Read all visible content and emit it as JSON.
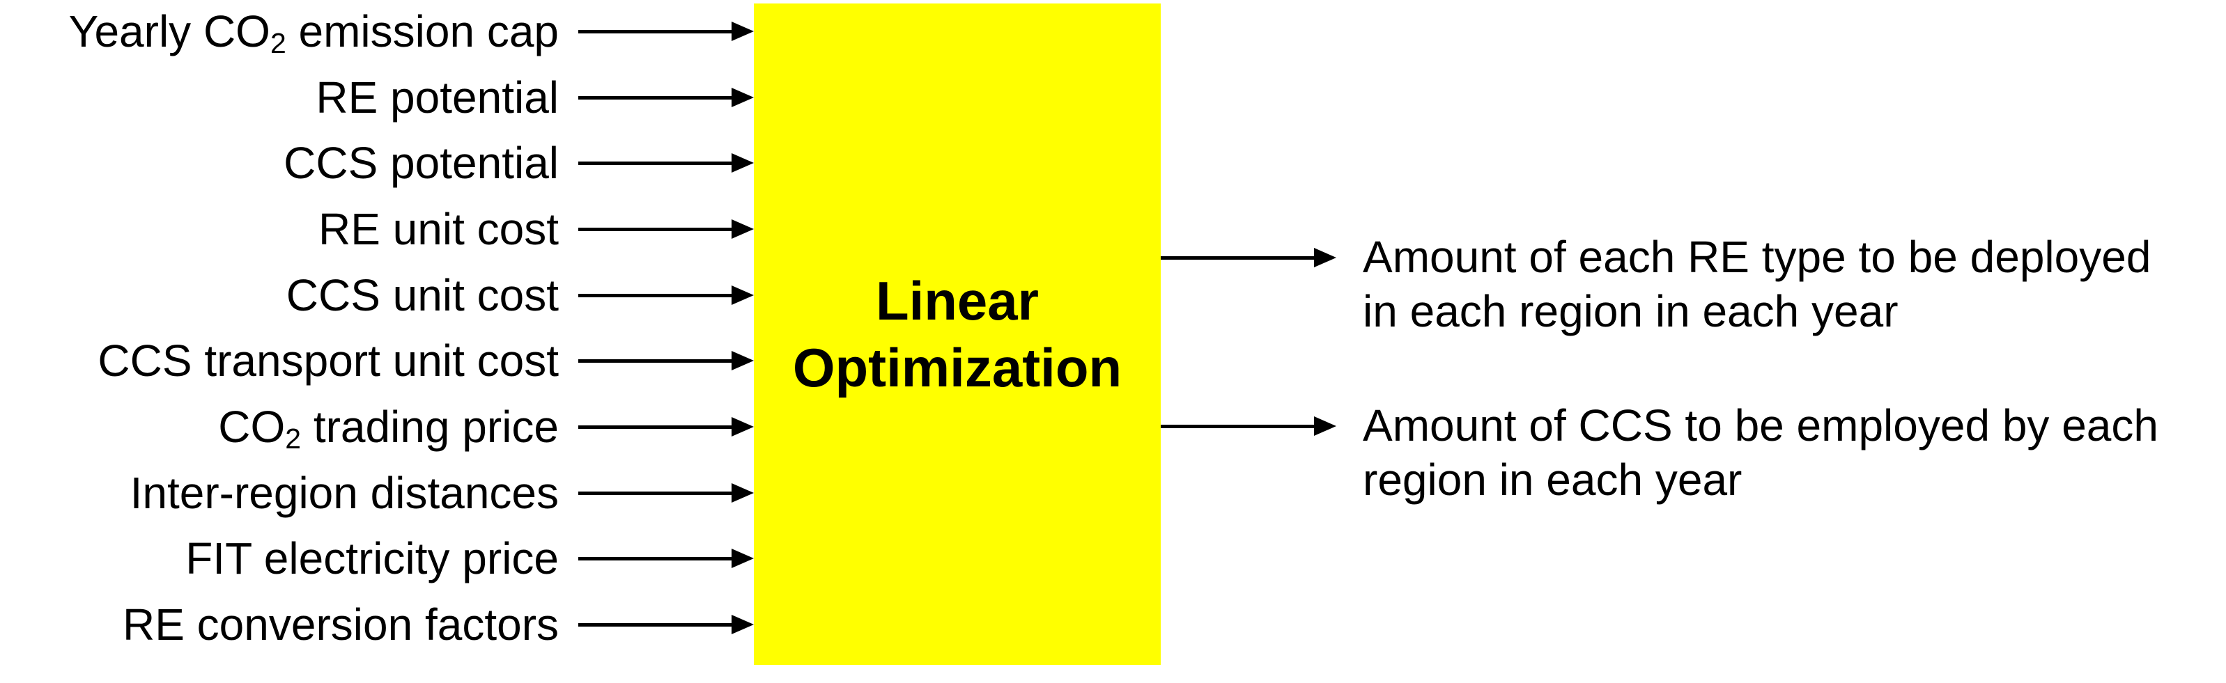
{
  "diagram": {
    "colors": {
      "process_box_fill": "#FFFF00",
      "text": "#000000",
      "arrows": "#000000",
      "background": "#FFFFFF"
    },
    "process_box": {
      "line1": "Linear",
      "line2": "Optimization"
    },
    "inputs": [
      {
        "pre": "Yearly CO",
        "sub": "2",
        "post": " emission cap"
      },
      {
        "pre": "RE potential",
        "sub": "",
        "post": ""
      },
      {
        "pre": "CCS potential",
        "sub": "",
        "post": ""
      },
      {
        "pre": "RE unit cost",
        "sub": "",
        "post": ""
      },
      {
        "pre": "CCS unit cost",
        "sub": "",
        "post": ""
      },
      {
        "pre": "CCS transport unit cost",
        "sub": "",
        "post": ""
      },
      {
        "pre": "CO",
        "sub": "2",
        "post": " trading price"
      },
      {
        "pre": "Inter-region distances",
        "sub": "",
        "post": ""
      },
      {
        "pre": "FIT electricity price",
        "sub": "",
        "post": ""
      },
      {
        "pre": "RE conversion factors",
        "sub": "",
        "post": ""
      }
    ],
    "outputs": [
      {
        "line1": "Amount of each RE type to be deployed",
        "line2": "in each region in each year"
      },
      {
        "line1": "Amount of CCS to be employed by each",
        "line2": "region in each year"
      }
    ]
  }
}
